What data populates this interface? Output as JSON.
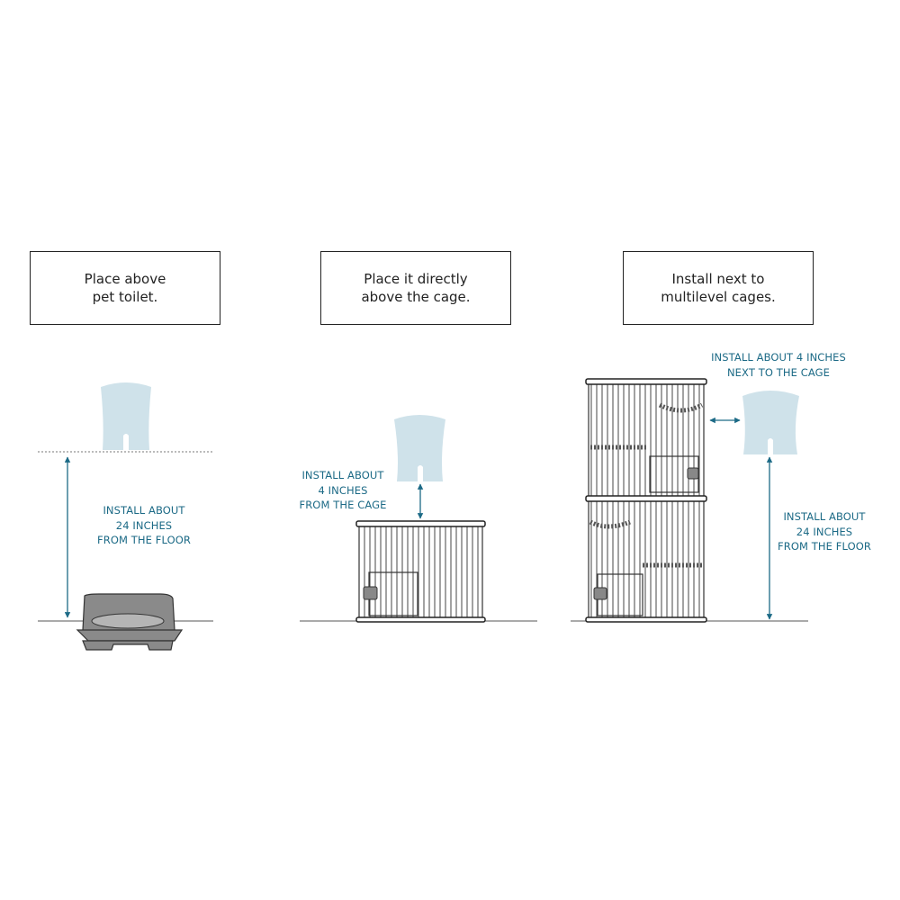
{
  "panels": [
    {
      "title": "Place above\npet toilet.",
      "notes": [
        "INSTALL ABOUT\n24 INCHES\nFROM THE FLOOR"
      ]
    },
    {
      "title": "Place it directly\nabove the cage.",
      "notes": [
        "INSTALL ABOUT\n4 INCHES\nFROM THE CAGE"
      ]
    },
    {
      "title": "Install next to\nmultilevel cages.",
      "notes": [
        "INSTALL ABOUT 4 INCHES\nNEXT TO THE CAGE",
        "INSTALL ABOUT\n24 INCHES\nFROM THE FLOOR"
      ]
    }
  ],
  "colors": {
    "accent": "#1c6a86",
    "device": "#cfe2ea",
    "line": "#2a2a2a",
    "toilet": "#8a8a8a"
  }
}
